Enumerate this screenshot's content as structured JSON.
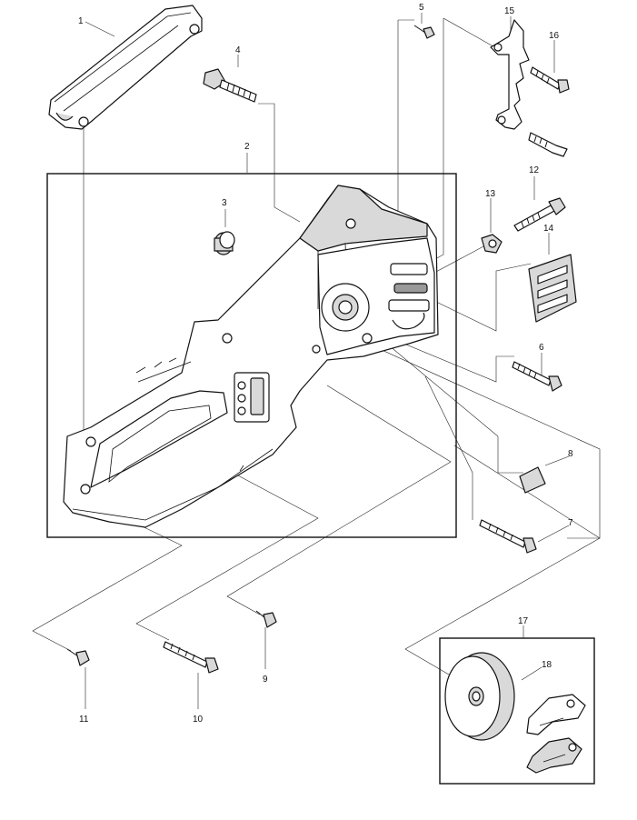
{
  "callouts": {
    "c1": "1",
    "c2": "2",
    "c3": "3",
    "c4": "4",
    "c5": "5",
    "c6": "6",
    "c7": "7",
    "c8": "8",
    "c9": "9",
    "c10": "10",
    "c11": "11",
    "c12": "12",
    "c13": "13",
    "c14": "14",
    "c15": "15",
    "c16": "16",
    "c17": "17",
    "c18": "18"
  },
  "colors": {
    "line": "#222222",
    "fill_light": "#d9d9d9",
    "fill_dark": "#9a9a9a"
  }
}
